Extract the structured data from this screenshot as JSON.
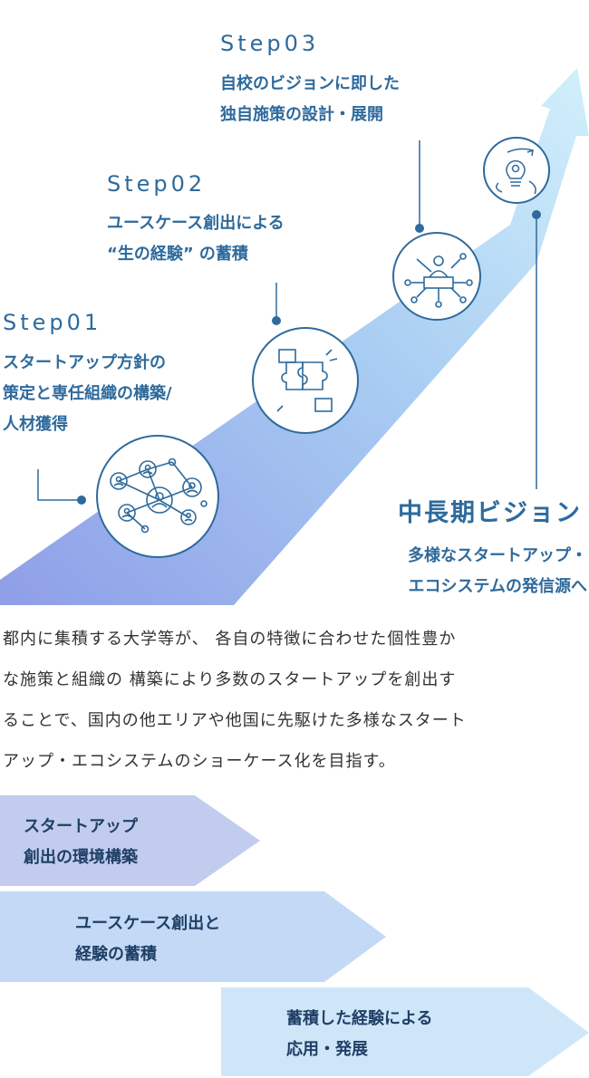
{
  "steps": [
    {
      "label": "Step01",
      "text": "スタートアップ方針の\n策定と専任組織の構築/\n人材獲得",
      "icon": "network-people-icon"
    },
    {
      "label": "Step02",
      "text": "ユースケース創出による\n“生の経験” の蓄積",
      "icon": "puzzle-hands-icon"
    },
    {
      "label": "Step03",
      "text": "自校のビジョンに即した\n独自施策の設計・展開",
      "icon": "presenter-network-icon"
    }
  ],
  "vision": {
    "title": "中長期ビジョン",
    "subtitle": "多様なスタートアップ・\nエコシステムの発信源へ",
    "icon": "lightbulb-gear-icon"
  },
  "description": "都内に集積する大学等が、 各自の特徴に合わせた個性豊か\nな施策と組織の 構築により多数のスタートアップを創出す\nることで、国内の他エリアや他国に先駆けた多様なスタート\nアップ・エコシステムのショーケース化を目指す。",
  "phases": [
    {
      "text": "スタートアップ\n創出の環境構築",
      "color": "#c2ccee"
    },
    {
      "text": "ユースケース創出と\n経験の蓄積",
      "color": "#c3d9f5"
    },
    {
      "text": "蓄積した経験による\n応用・発展",
      "color": "#cfe6f8"
    }
  ],
  "colors": {
    "accent": "#2e6a9c",
    "arrow_start": "#8f9ee8",
    "arrow_end": "#cdeefa"
  }
}
